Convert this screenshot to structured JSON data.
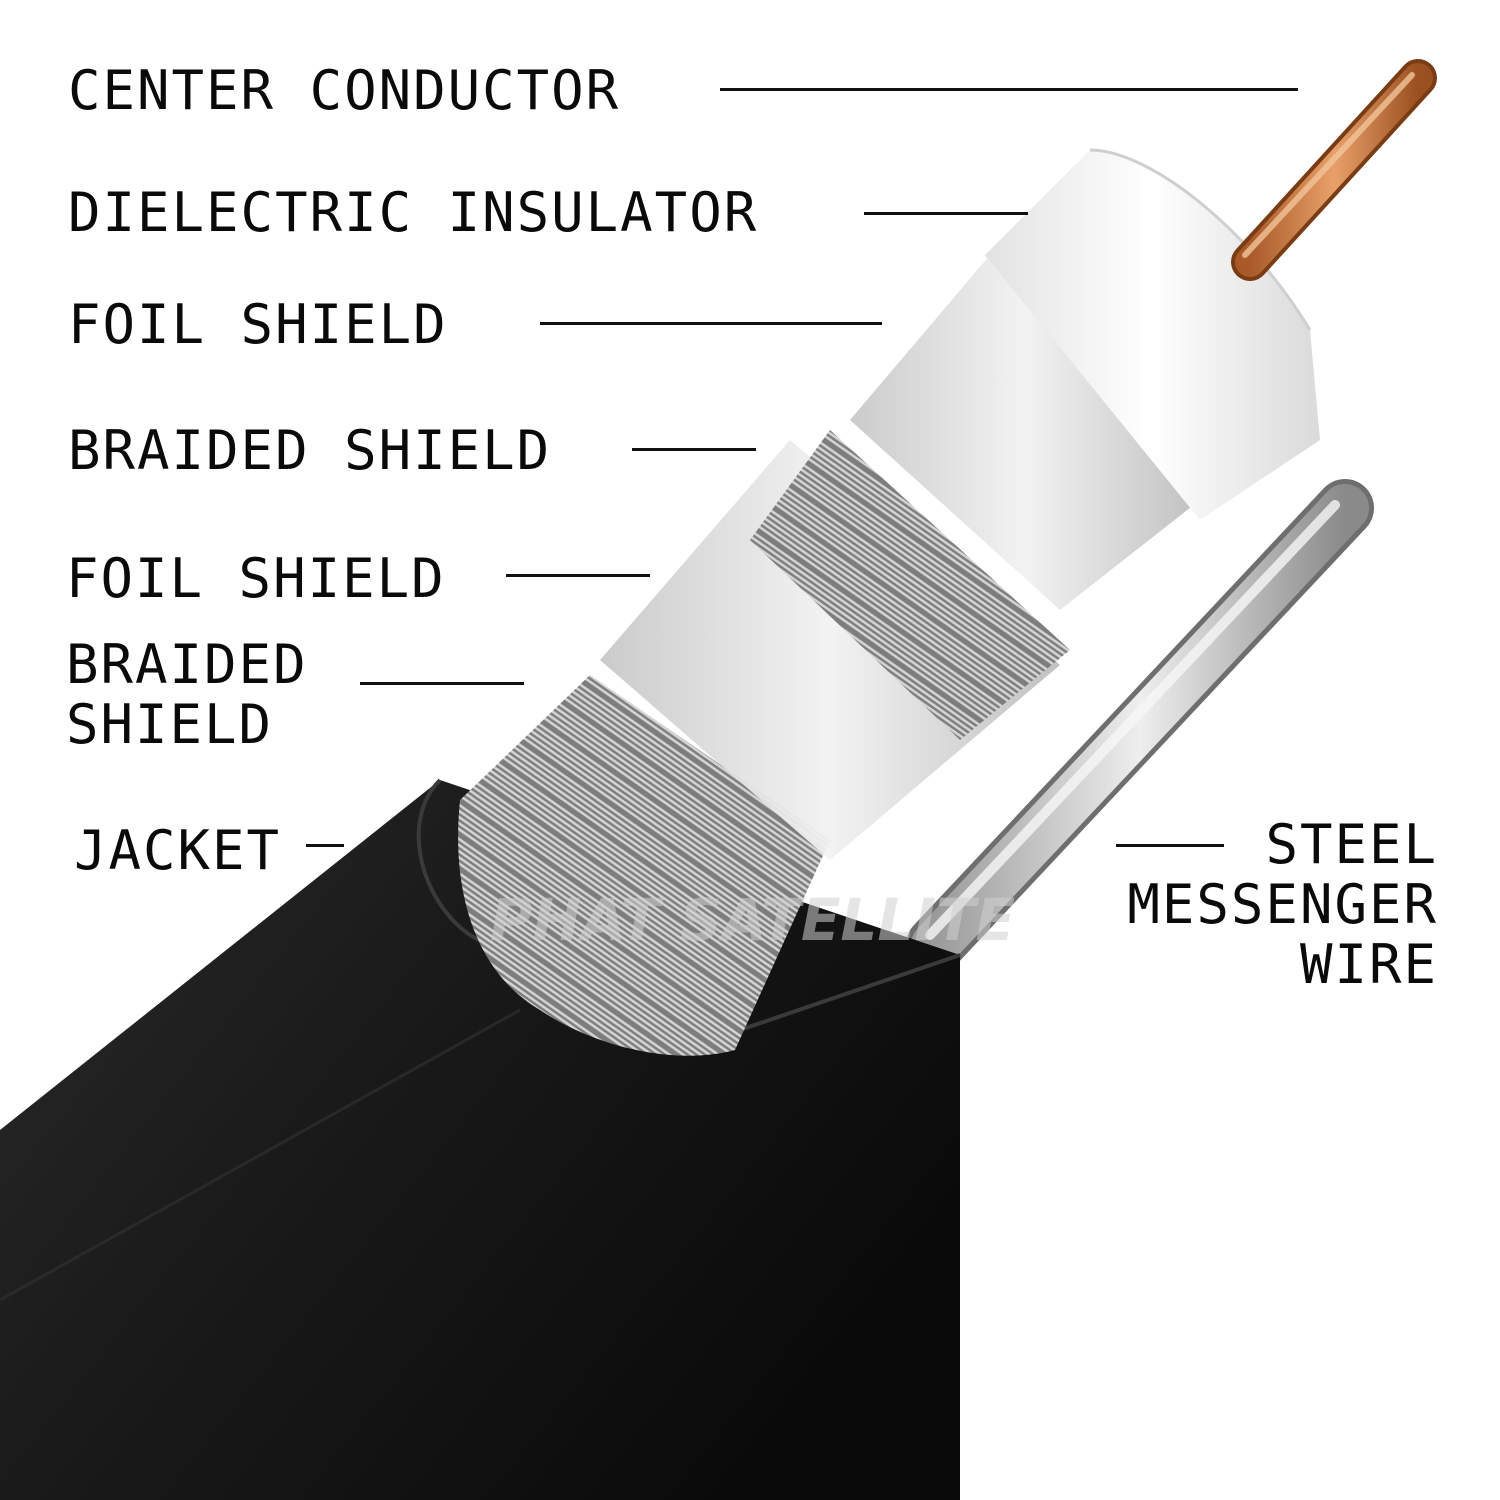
{
  "labels": {
    "center_conductor": "CENTER CONDUCTOR",
    "dielectric_insulator": "DIELECTRIC INSULATOR",
    "foil_shield_1": "FOIL SHIELD",
    "braided_shield_1": "BRAIDED SHIELD",
    "foil_shield_2": "FOIL SHIELD",
    "braided_shield_2_line1": "BRAIDED",
    "braided_shield_2_line2": "SHIELD",
    "jacket": "JACKET",
    "steel_line1": "STEEL",
    "steel_line2": "MESSENGER",
    "steel_line3": "WIRE"
  },
  "watermark": "PHAT SATELLITE",
  "colors": {
    "copper": "#c9783f",
    "dielectric": "#f4f4f4",
    "foil": "#dcdcdc",
    "braid": "#9c9c9c",
    "jacket": "#151515",
    "steel": "#cfcfcf",
    "text": "#0a0a0a"
  }
}
